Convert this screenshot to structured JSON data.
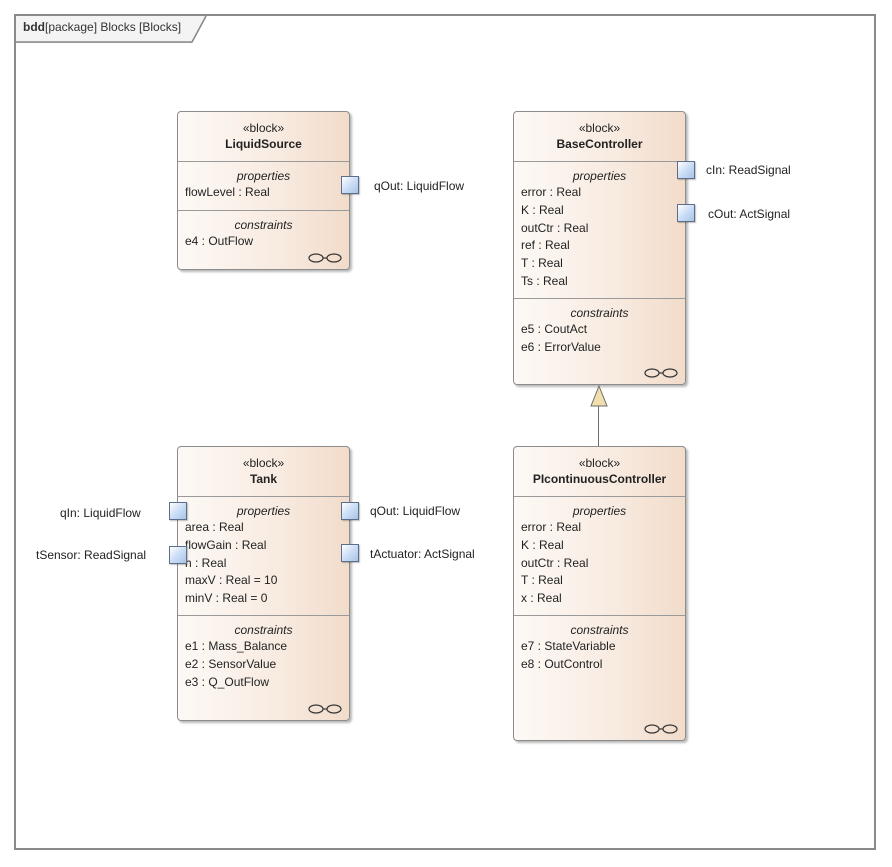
{
  "frame": {
    "kind": "bdd",
    "label": "[package] Blocks [Blocks]"
  },
  "common": {
    "stereotype": "«block»",
    "properties": "properties",
    "constraints": "constraints"
  },
  "blocks": {
    "liquid_source": {
      "name": "LiquidSource",
      "properties": [
        "flowLevel : Real"
      ],
      "constraints": [
        "e4 : OutFlow"
      ],
      "ports": [
        "qOut: LiquidFlow"
      ]
    },
    "base_controller": {
      "name": "BaseController",
      "properties": [
        "error : Real",
        "K : Real",
        "outCtr : Real",
        "ref : Real",
        "T : Real",
        "Ts : Real"
      ],
      "constraints": [
        "e5 : CoutAct",
        "e6 : ErrorValue"
      ],
      "ports": [
        "cIn: ReadSignal",
        "cOut: ActSignal"
      ]
    },
    "tank": {
      "name": "Tank",
      "properties": [
        "area : Real",
        "flowGain : Real",
        "h : Real",
        "maxV : Real = 10",
        "minV : Real = 0"
      ],
      "constraints": [
        "e1 : Mass_Balance",
        "e2 : SensorValue",
        "e3 : Q_OutFlow"
      ],
      "ports": [
        "qIn: LiquidFlow",
        "tSensor: ReadSignal",
        "qOut: LiquidFlow",
        "tActuator: ActSignal"
      ]
    },
    "pi_controller": {
      "name": "PIcontinuousController",
      "properties": [
        "error : Real",
        "K : Real",
        "outCtr : Real",
        "T : Real",
        "x : Real"
      ],
      "constraints": [
        "e7 : StateVariable",
        "e8 : OutControl"
      ]
    }
  },
  "relationships": [
    {
      "type": "generalization",
      "from": "PIcontinuousController",
      "to": "BaseController"
    }
  ],
  "colors": {
    "block_fill": "#f8ece2",
    "port_fill": "#c7dbf5",
    "frame": "#8a8a8a",
    "generalization_head": "#f2dfae"
  }
}
